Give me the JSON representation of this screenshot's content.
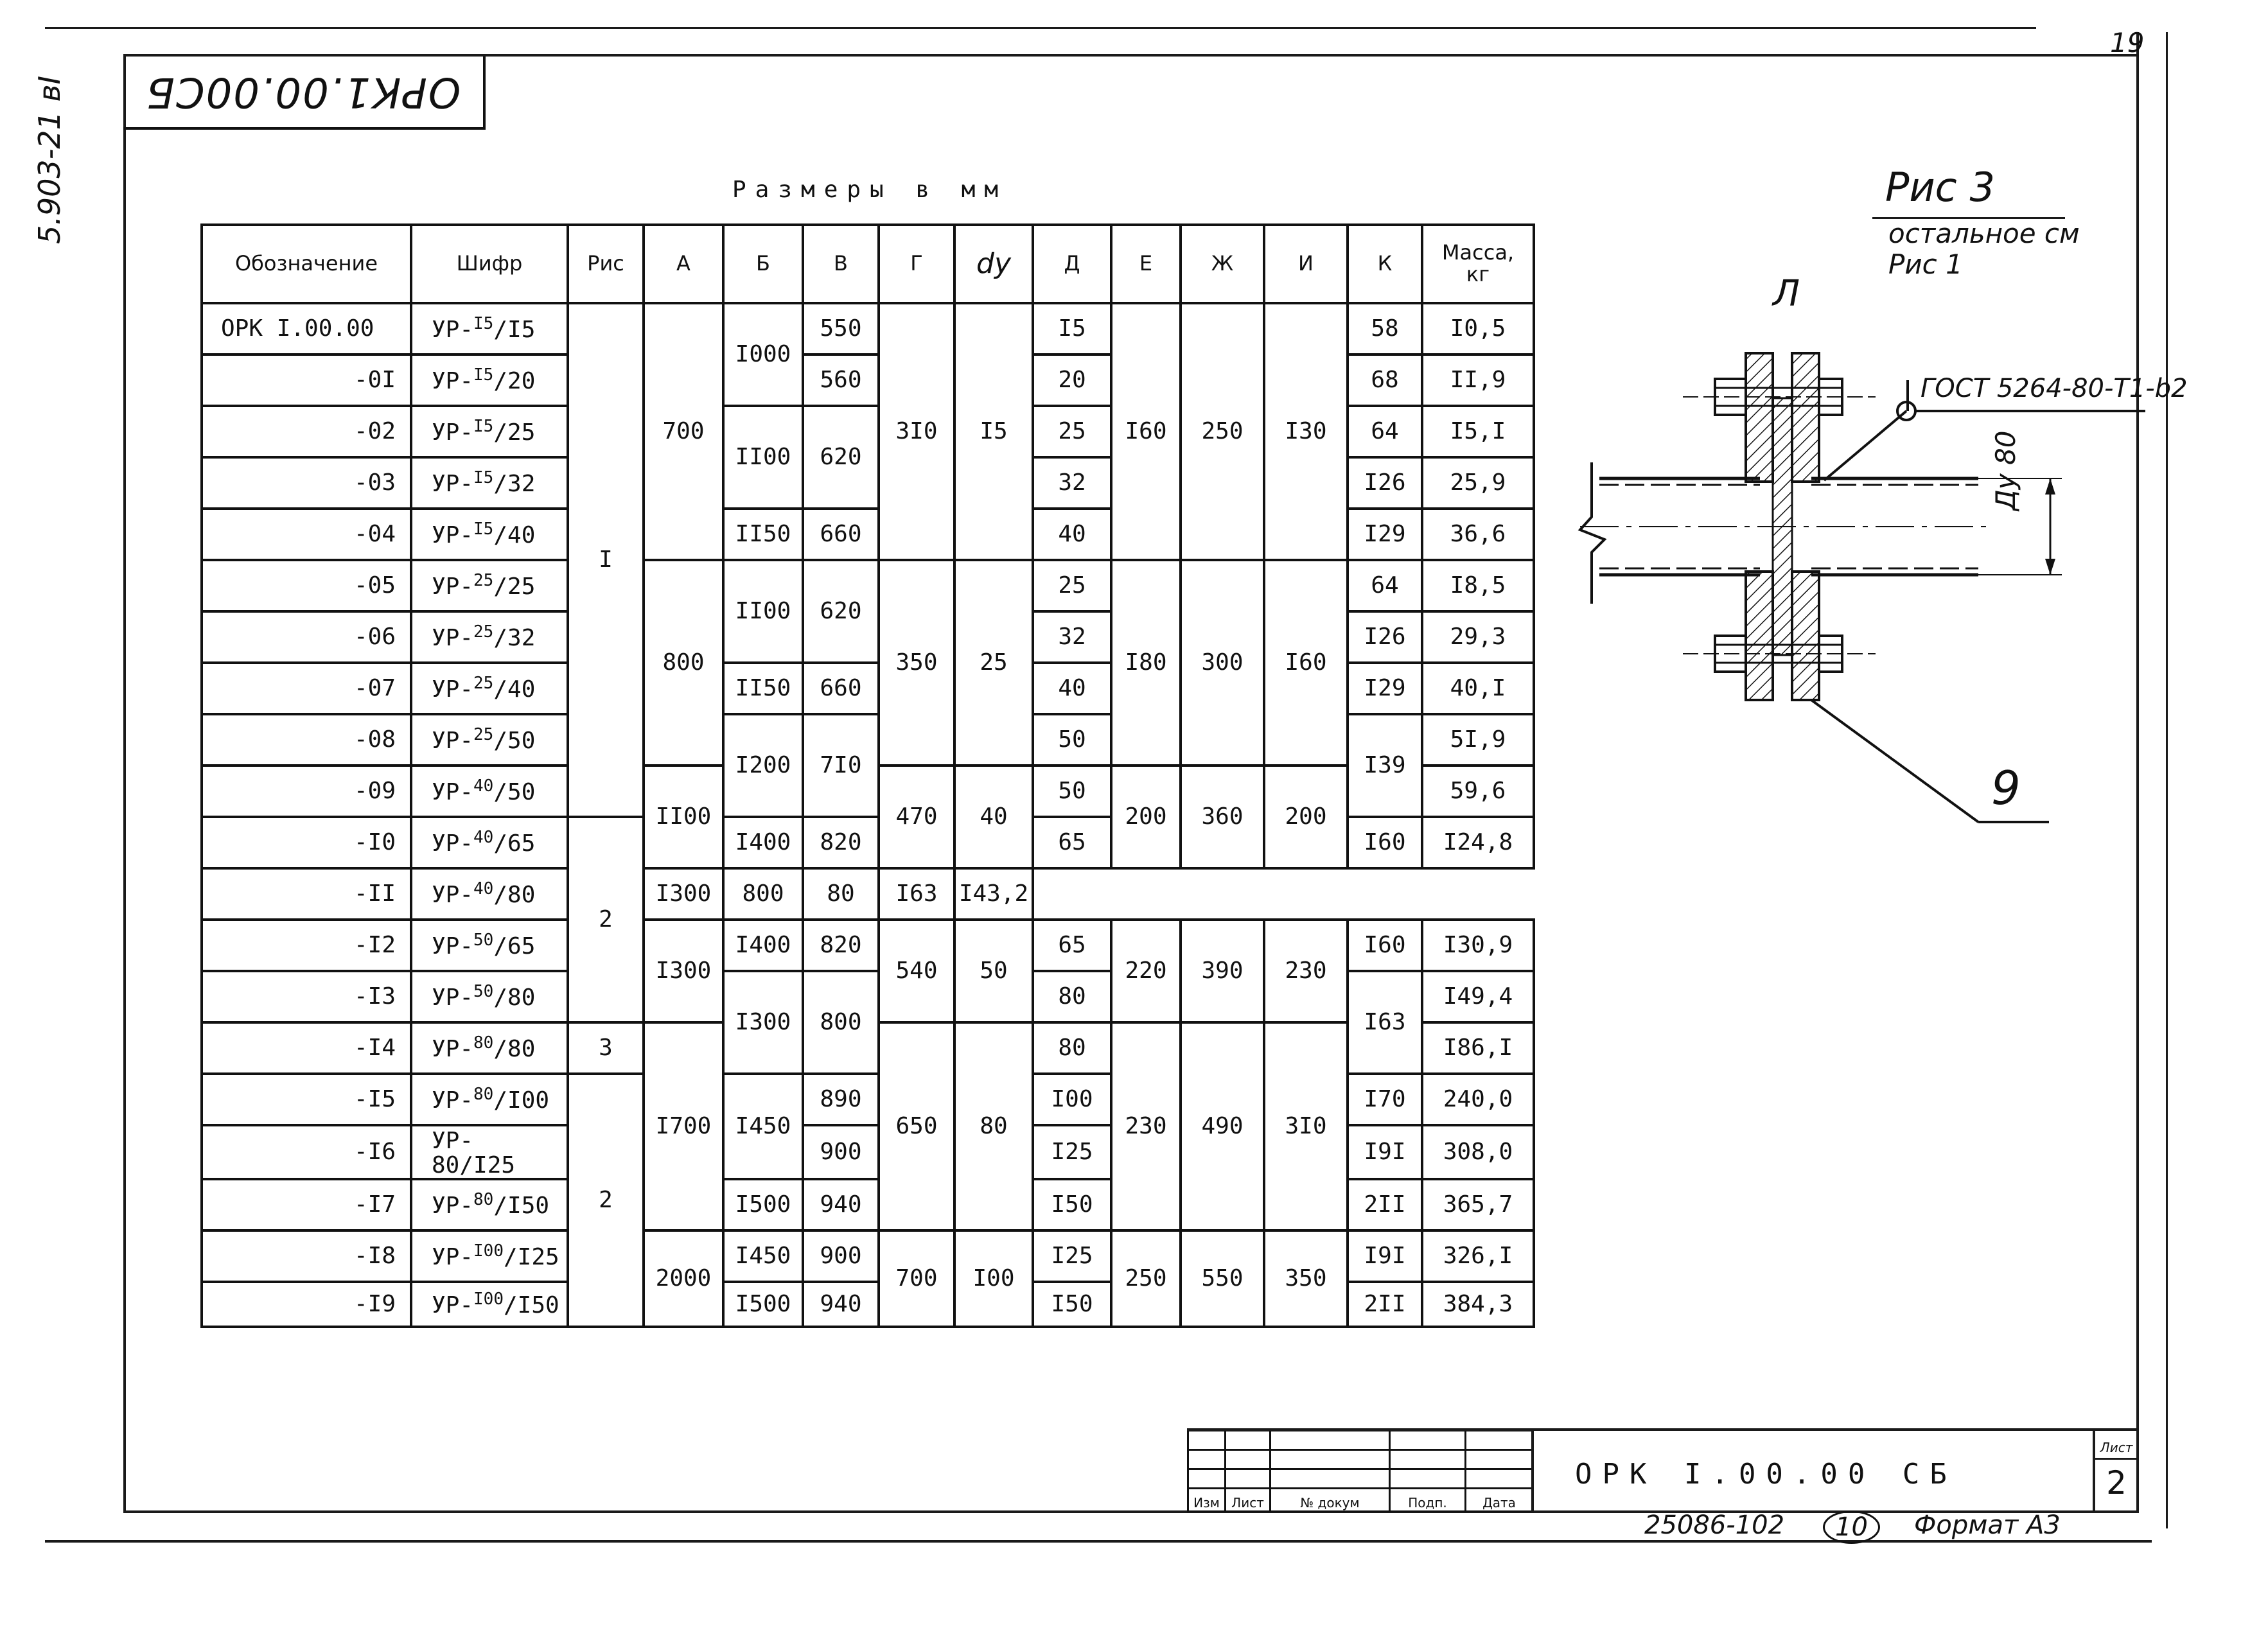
{
  "doc": {
    "stamp": "ОРК1.00.00СБ",
    "side_code": "5.903-21 вI",
    "page_number": "19",
    "caption": "Размеры в мм"
  },
  "table": {
    "headers": {
      "designation": "Обозначение",
      "code": "Шифр",
      "fig": "Рис",
      "A": "А",
      "B": "Б",
      "V": "В",
      "G": "Г",
      "dy": "dу",
      "D": "Д",
      "E": "Е",
      "Zh": "Ж",
      "I": "И",
      "K": "К",
      "mass_line1": "Масса,",
      "mass_line2": "кг"
    },
    "rows": [
      {
        "des": "ОРК I.00.00",
        "code_base": "УР-",
        "code_sup": "I5",
        "code_tail": "/I5",
        "D": "I5",
        "K": "58",
        "mass": "I0,5"
      },
      {
        "des": "-0I",
        "code_base": "УР-",
        "code_sup": "I5",
        "code_tail": "/20",
        "D": "20",
        "K": "68",
        "mass": "II,9"
      },
      {
        "des": "-02",
        "code_base": "УР-",
        "code_sup": "I5",
        "code_tail": "/25",
        "D": "25",
        "K": "64",
        "mass": "I5,I"
      },
      {
        "des": "-03",
        "code_base": "УР-",
        "code_sup": "I5",
        "code_tail": "/32",
        "D": "32",
        "K": "I26",
        "mass": "25,9"
      },
      {
        "des": "-04",
        "code_base": "УР-",
        "code_sup": "I5",
        "code_tail": "/40",
        "D": "40",
        "K": "I29",
        "mass": "36,6"
      },
      {
        "des": "-05",
        "code_base": "УР-",
        "code_sup": "25",
        "code_tail": "/25",
        "D": "25",
        "K": "64",
        "mass": "I8,5"
      },
      {
        "des": "-06",
        "code_base": "УР-",
        "code_sup": "25",
        "code_tail": "/32",
        "D": "32",
        "K": "I26",
        "mass": "29,3"
      },
      {
        "des": "-07",
        "code_base": "УР-",
        "code_sup": "25",
        "code_tail": "/40",
        "D": "40",
        "K": "I29",
        "mass": "40,I"
      },
      {
        "des": "-08",
        "code_base": "УР-",
        "code_sup": "25",
        "code_tail": "/50",
        "D": "50",
        "K": "I39",
        "mass": "5I,9"
      },
      {
        "des": "-09",
        "code_base": "УР-",
        "code_sup": "40",
        "code_tail": "/50",
        "D": "50",
        "mass": "59,6"
      },
      {
        "des": "-I0",
        "code_base": "УР-",
        "code_sup": "40",
        "code_tail": "/65",
        "D": "65",
        "K": "I60",
        "mass": "I24,8"
      },
      {
        "des": "-II",
        "code_base": "УР-",
        "code_sup": "40",
        "code_tail": "/80",
        "D": "80",
        "K": "I63",
        "mass": "I43,2"
      },
      {
        "des": "-I2",
        "code_base": "УР-",
        "code_sup": "50",
        "code_tail": "/65",
        "D": "65",
        "K": "I60",
        "mass": "I30,9"
      },
      {
        "des": "-I3",
        "code_base": "УР-",
        "code_sup": "50",
        "code_tail": "/80",
        "D": "80",
        "K": "I63",
        "mass": "I49,4"
      },
      {
        "des": "-I4",
        "code_base": "УР-",
        "code_sup": "80",
        "code_tail": "/80",
        "D": "80",
        "mass": "I86,I"
      },
      {
        "des": "-I5",
        "code_base": "УР-",
        "code_sup": "80",
        "code_tail": "/I00",
        "D": "I00",
        "K": "I70",
        "mass": "240,0"
      },
      {
        "des": "-I6",
        "code_base": "УР-",
        "code_sup": "",
        "code_tail": " 80/I25",
        "D": "I25",
        "K": "I9I",
        "mass": "308,0"
      },
      {
        "des": "-I7",
        "code_base": "УР-",
        "code_sup": "80",
        "code_tail": "/I50",
        "D": "I50",
        "K": "2II",
        "mass": "365,7"
      },
      {
        "des": "-I8",
        "code_base": "УР-",
        "code_sup": "I00",
        "code_tail": "/I25",
        "D": "I25",
        "K": "I9I",
        "mass": "326,I"
      },
      {
        "des": "-I9",
        "code_base": "УР-",
        "code_sup": "I00",
        "code_tail": "/I50",
        "D": "I50",
        "K": "2II",
        "mass": "384,3"
      }
    ],
    "fig": [
      "I",
      "2",
      "3",
      "2"
    ],
    "A": [
      "700",
      "800",
      "II00",
      "I300",
      "I700",
      "2000"
    ],
    "B": [
      "I000",
      "II00",
      "II50",
      "II00",
      "II50",
      "I200",
      "I400",
      "I300",
      "I400",
      "I300",
      "I450",
      "I500",
      "I450",
      "I500"
    ],
    "V": [
      "550",
      "560",
      "620",
      "660",
      "620",
      "660",
      "7I0",
      "820",
      "800",
      "820",
      "800",
      "890",
      "900",
      "940",
      "900",
      "940"
    ],
    "G": [
      "3I0",
      "350",
      "470",
      "540",
      "650",
      "700"
    ],
    "dy": [
      "I5",
      "25",
      "40",
      "50",
      "80",
      "I00"
    ],
    "E": [
      "I60",
      "I80",
      "200",
      "220",
      "230",
      "250"
    ],
    "Zh": [
      "250",
      "300",
      "360",
      "390",
      "490",
      "550"
    ],
    "I": [
      "I30",
      "I60",
      "200",
      "230",
      "3I0",
      "350"
    ]
  },
  "drawing": {
    "title": "Рис 3",
    "note": "остальное см Рис 1",
    "view_label": "Л",
    "gost": "ГОСТ 5264-80-Т1-b2",
    "dim": "Ду 80",
    "callout": "9"
  },
  "title_block": {
    "cols": [
      "Изм",
      "Лист",
      "№ докум",
      "Подп.",
      "Дата"
    ],
    "code": "ОРК I.00.00 СБ",
    "sheet_label": "Лист",
    "sheet_no": "2",
    "bottom_number": "25086-102",
    "bottom_copy": "10",
    "format": "Формат А3"
  }
}
